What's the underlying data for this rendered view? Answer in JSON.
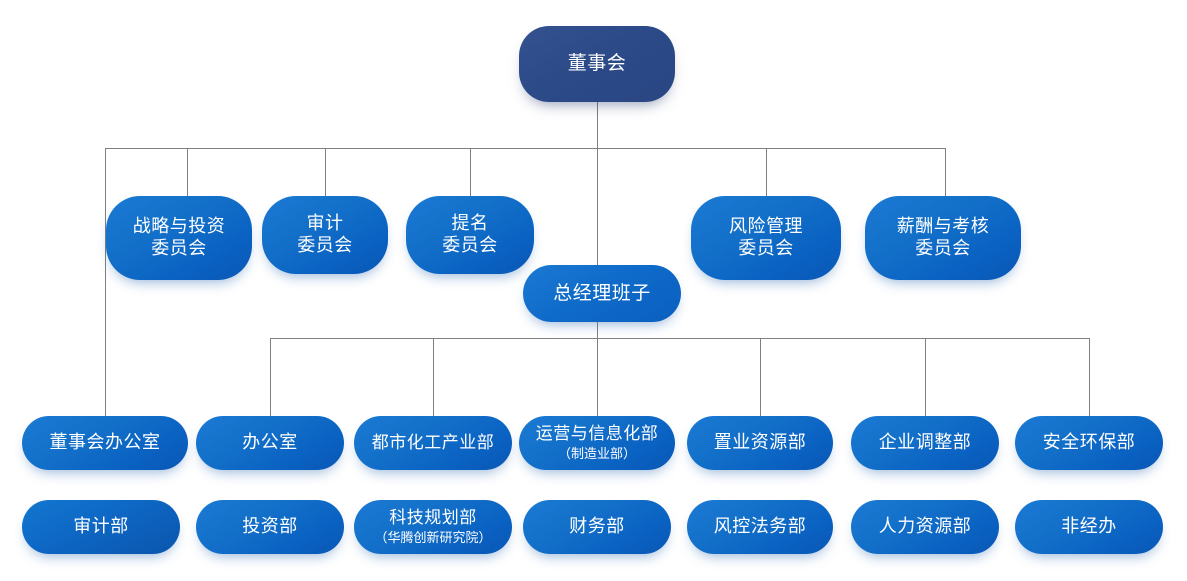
{
  "chart": {
    "type": "org-chart",
    "title": "",
    "colors": {
      "board_node": "#2c4a88",
      "node_primary": "#0f6bc9",
      "node_gradient_light": "#1b7ad4",
      "node_gradient_dark": "#0a57b5",
      "connector_line": "#7f7f7f",
      "background": "#ffffff",
      "text": "#ffffff"
    },
    "root": {
      "label": "董事会"
    },
    "general_manager": {
      "label": "总经理班子"
    },
    "committees": [
      {
        "label": "战略与投资委员会",
        "line1": "战略与投资",
        "line2": "委员会"
      },
      {
        "label": "审计委员会",
        "line1": "审计",
        "line2": "委员会"
      },
      {
        "label": "提名委员会",
        "line1": "提名",
        "line2": "委员会"
      },
      {
        "label": "风险管理委员会",
        "line1": "风险管理",
        "line2": "委员会"
      },
      {
        "label": "薪酬与考核委员会",
        "line1": "薪酬与考核",
        "line2": "委员会"
      }
    ],
    "departments_row1": [
      {
        "label": "董事会办公室",
        "sub": ""
      },
      {
        "label": "办公室",
        "sub": ""
      },
      {
        "label": "都市化工产业部",
        "sub": ""
      },
      {
        "label": "运营与信息化部",
        "sub": "（制造业部）"
      },
      {
        "label": "置业资源部",
        "sub": ""
      },
      {
        "label": "企业调整部",
        "sub": ""
      },
      {
        "label": "安全环保部",
        "sub": ""
      }
    ],
    "departments_row2": [
      {
        "label": "审计部",
        "sub": ""
      },
      {
        "label": "投资部",
        "sub": ""
      },
      {
        "label": "科技规划部",
        "sub": "（华腾创新研究院）"
      },
      {
        "label": "财务部",
        "sub": ""
      },
      {
        "label": "风控法务部",
        "sub": ""
      },
      {
        "label": "人力资源部",
        "sub": ""
      },
      {
        "label": "非经办",
        "sub": ""
      }
    ]
  }
}
